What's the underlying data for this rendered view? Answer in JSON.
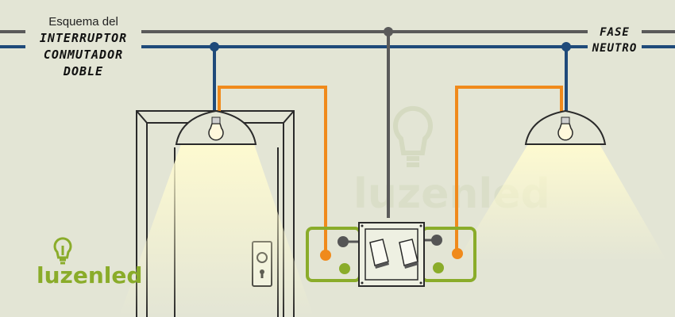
{
  "title": {
    "line1": "Esquema del",
    "line2": "INTERRUPTOR",
    "line3": "CONMUTADOR",
    "line4": "DOBLE"
  },
  "labels": {
    "phase": "FASE",
    "neutral": "NEUTRO"
  },
  "brand": {
    "logo_text": "luzenled",
    "watermark_text": "luzenled"
  },
  "colors": {
    "background": "#e3e5d5",
    "phase_wire": "#5a5a5a",
    "neutral_wire": "#1f4a7a",
    "switched_wire": "#f08a1c",
    "brand_green": "#8aac2a",
    "light_glow": "#fff8c8"
  },
  "icons": [
    "bulb-icon",
    "lamp-icon",
    "switch-icon",
    "lock-icon"
  ]
}
